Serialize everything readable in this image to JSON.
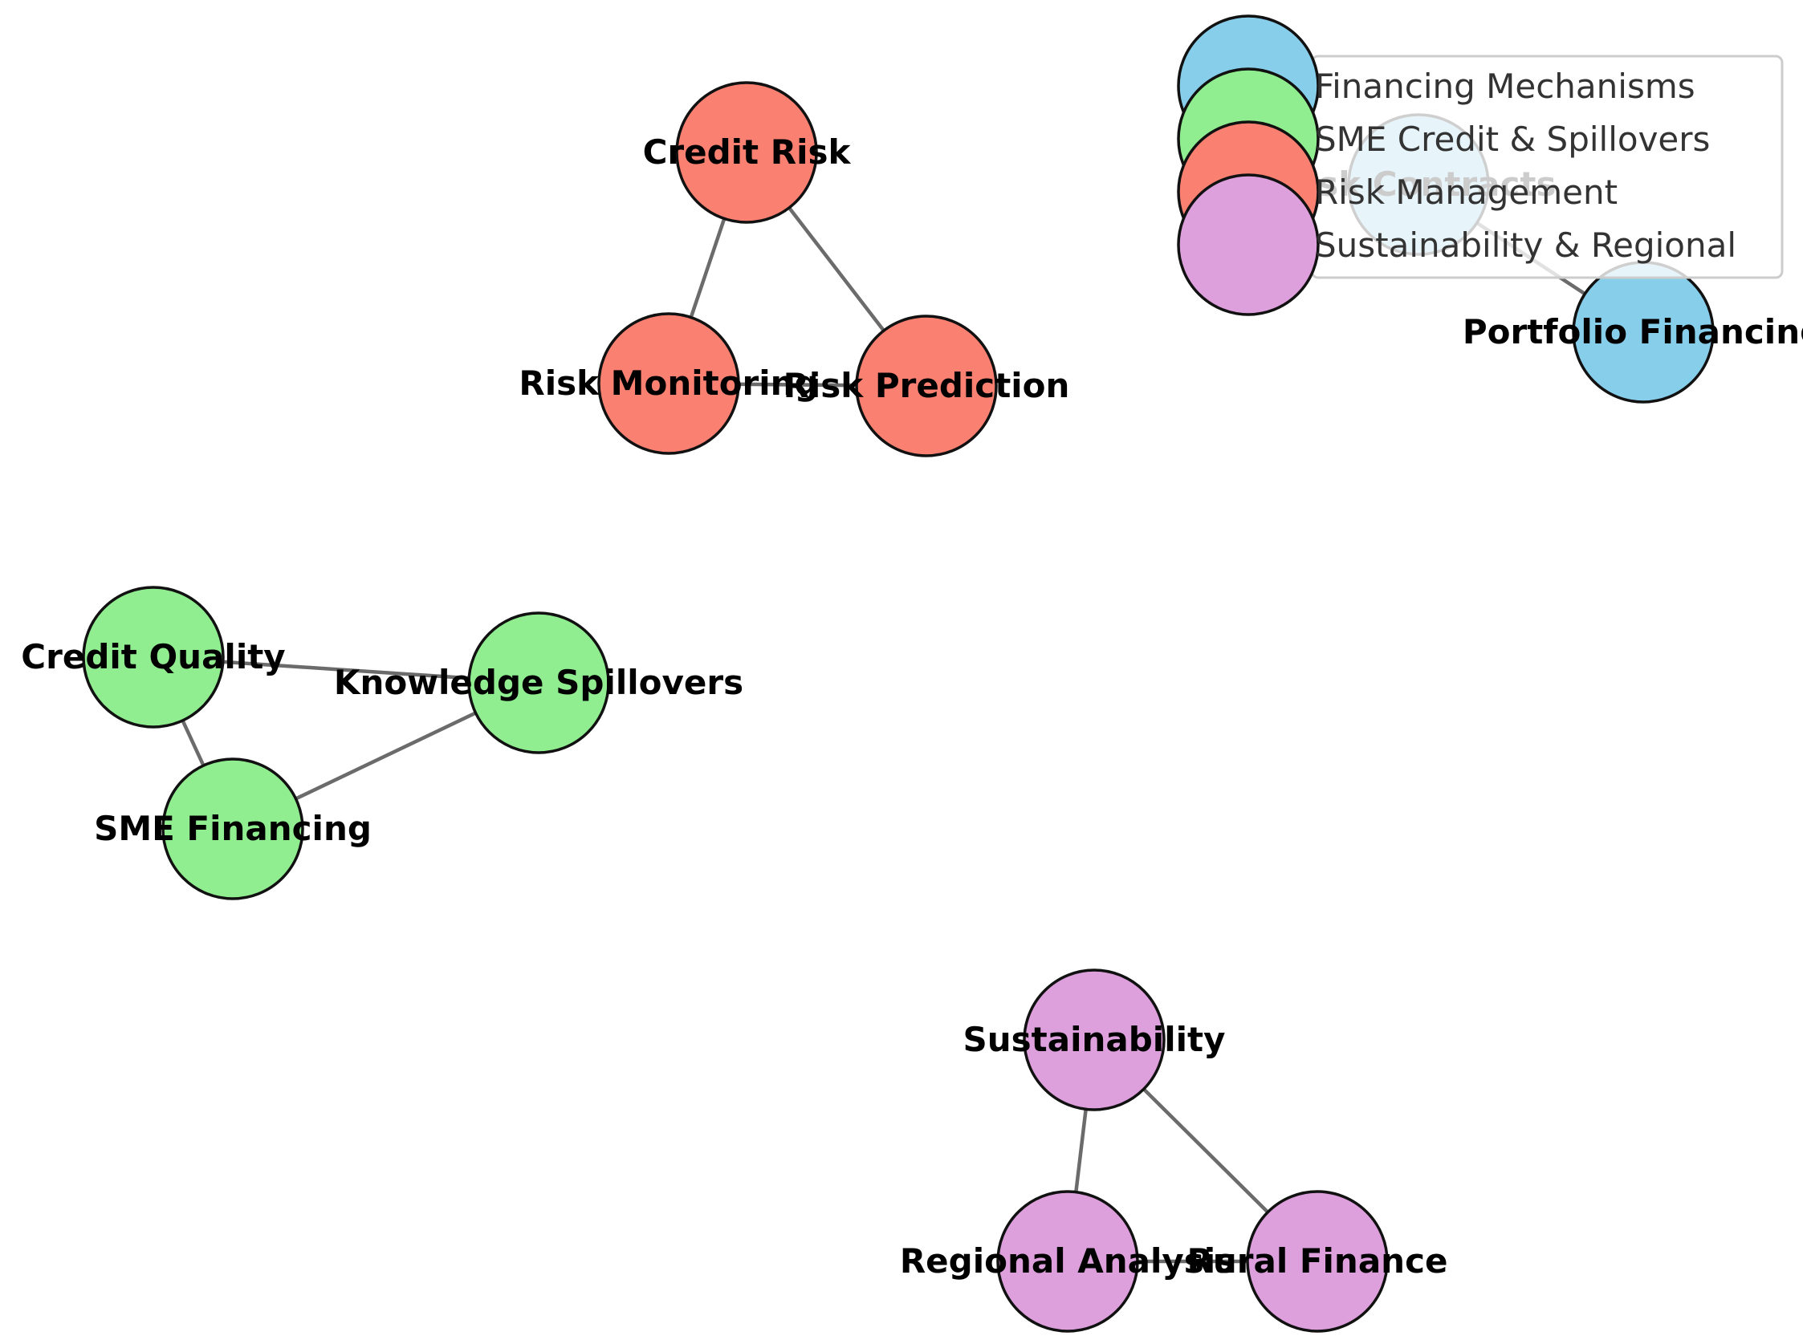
{
  "colors": {
    "financing_mechanisms": "#87ceeb",
    "sme_credit_spillovers": "#90ee90",
    "risk_management": "#fa8072",
    "sustainability_regional": "#dda0dd"
  },
  "legend": {
    "items": [
      {
        "label": "Financing Mechanisms",
        "group": "financing_mechanisms"
      },
      {
        "label": "SME Credit & Spillovers",
        "group": "sme_credit_spillovers"
      },
      {
        "label": "Risk Management",
        "group": "risk_management"
      },
      {
        "label": "Sustainability & Regional",
        "group": "sustainability_regional"
      }
    ]
  },
  "nodes": [
    {
      "id": "credit-risk",
      "label": "Credit Risk",
      "group": "risk_management"
    },
    {
      "id": "risk-monitoring",
      "label": "Risk Monitoring",
      "group": "risk_management"
    },
    {
      "id": "risk-prediction",
      "label": "Risk Prediction",
      "group": "risk_management"
    },
    {
      "id": "risk-contracts",
      "label": "Risk Contracts",
      "group": "financing_mechanisms"
    },
    {
      "id": "portfolio-financing",
      "label": "Portfolio Financing",
      "group": "financing_mechanisms"
    },
    {
      "id": "credit-quality",
      "label": "Credit Quality",
      "group": "sme_credit_spillovers"
    },
    {
      "id": "knowledge-spillovers",
      "label": "Knowledge Spillovers",
      "group": "sme_credit_spillovers"
    },
    {
      "id": "sme-financing",
      "label": "SME Financing",
      "group": "sme_credit_spillovers"
    },
    {
      "id": "sustainability",
      "label": "Sustainability",
      "group": "sustainability_regional"
    },
    {
      "id": "regional-analysis",
      "label": "Regional Analysis",
      "group": "sustainability_regional"
    },
    {
      "id": "rural-finance",
      "label": "Rural Finance",
      "group": "sustainability_regional"
    }
  ],
  "edges": [
    {
      "source": "credit-risk",
      "target": "risk-monitoring"
    },
    {
      "source": "credit-risk",
      "target": "risk-prediction"
    },
    {
      "source": "risk-monitoring",
      "target": "risk-prediction"
    },
    {
      "source": "risk-contracts",
      "target": "portfolio-financing"
    },
    {
      "source": "credit-quality",
      "target": "knowledge-spillovers"
    },
    {
      "source": "credit-quality",
      "target": "sme-financing"
    },
    {
      "source": "knowledge-spillovers",
      "target": "sme-financing"
    },
    {
      "source": "sustainability",
      "target": "regional-analysis"
    },
    {
      "source": "sustainability",
      "target": "rural-finance"
    },
    {
      "source": "regional-analysis",
      "target": "rural-finance"
    }
  ]
}
